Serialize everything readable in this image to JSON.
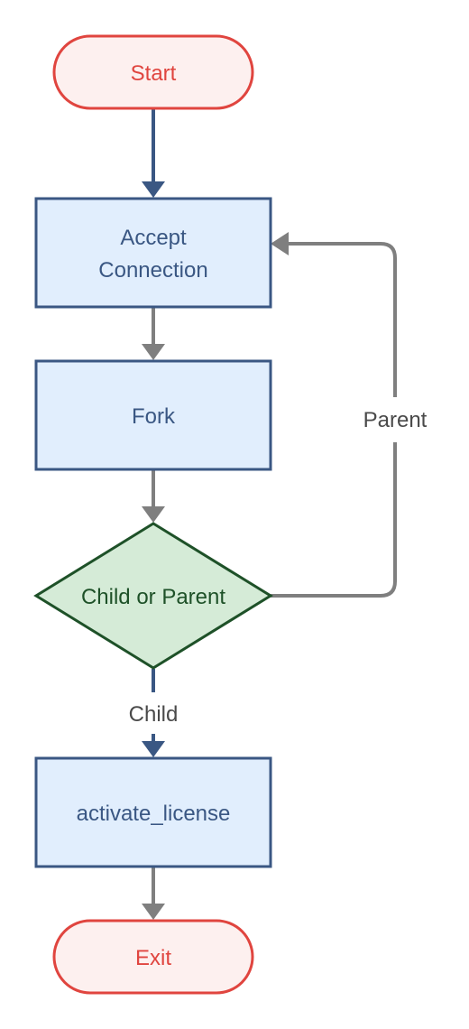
{
  "nodes": {
    "start": {
      "label": "Start"
    },
    "accept": {
      "line1": "Accept",
      "line2": "Connection"
    },
    "fork": {
      "label": "Fork"
    },
    "decision": {
      "label": "Child or Parent"
    },
    "activate": {
      "label": "activate_license"
    },
    "exit": {
      "label": "Exit"
    }
  },
  "edges": {
    "child_label": "Child",
    "parent_label": "Parent"
  },
  "colors": {
    "terminal_fill": "#fdf0ef",
    "terminal_stroke": "#e0453f",
    "terminal_text": "#e0453f",
    "process_fill": "#e1eefd",
    "process_stroke": "#3a5783",
    "process_text": "#3a5783",
    "decision_fill": "#d5ebd7",
    "decision_stroke": "#1e5128",
    "decision_text": "#1e5128",
    "arrow_primary": "#3a5783",
    "arrow_secondary": "#7f7f7f",
    "edge_label_text": "#4a4a4a"
  }
}
